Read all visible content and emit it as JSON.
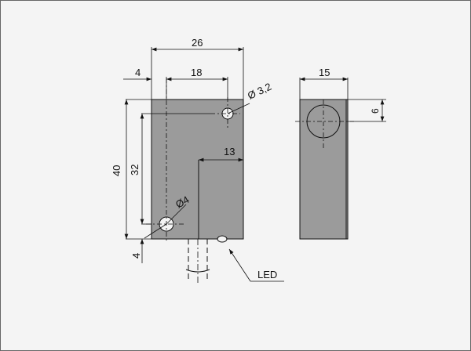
{
  "colors": {
    "body_fill": "#9b9b9b",
    "stroke": "#111111",
    "background": "#f4f4f4",
    "led": "#f4f4f4"
  },
  "front_view": {
    "dim_total_width": "26",
    "dim_left_offset": "4",
    "dim_hole_spacing": "18",
    "dim_hole_upper": "Ø 3,2",
    "dim_height_total": "40",
    "dim_height_holes": "32",
    "dim_bottom_offset": "4",
    "dim_cable_offset": "13",
    "dim_hole_lower": "Ø4",
    "led_label": "LED"
  },
  "side_view": {
    "dim_width": "15",
    "dim_offset": "6"
  }
}
